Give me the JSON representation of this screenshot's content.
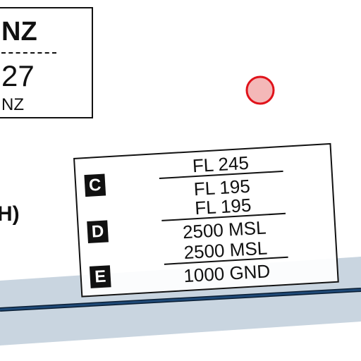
{
  "frequency_box": {
    "identifier": "NZ",
    "number": "27",
    "subtitle": "NZ"
  },
  "side_label": "H)",
  "airspace": [
    {
      "class": "C",
      "top": "FL 245",
      "bottom": "FL 195"
    },
    {
      "class": "D",
      "top": "FL 195",
      "bottom": "2500 MSL"
    },
    {
      "class": "E",
      "top": "2500 MSL",
      "bottom": "1000 GND"
    }
  ],
  "colors": {
    "marker_fill": "#f4b8b8",
    "marker_stroke": "#e0131b",
    "band_fill": "#c9d5e0",
    "route_line": "#1f4a78",
    "ink": "#111111"
  },
  "icons": {
    "marker": "reporting-point-circle-icon"
  }
}
